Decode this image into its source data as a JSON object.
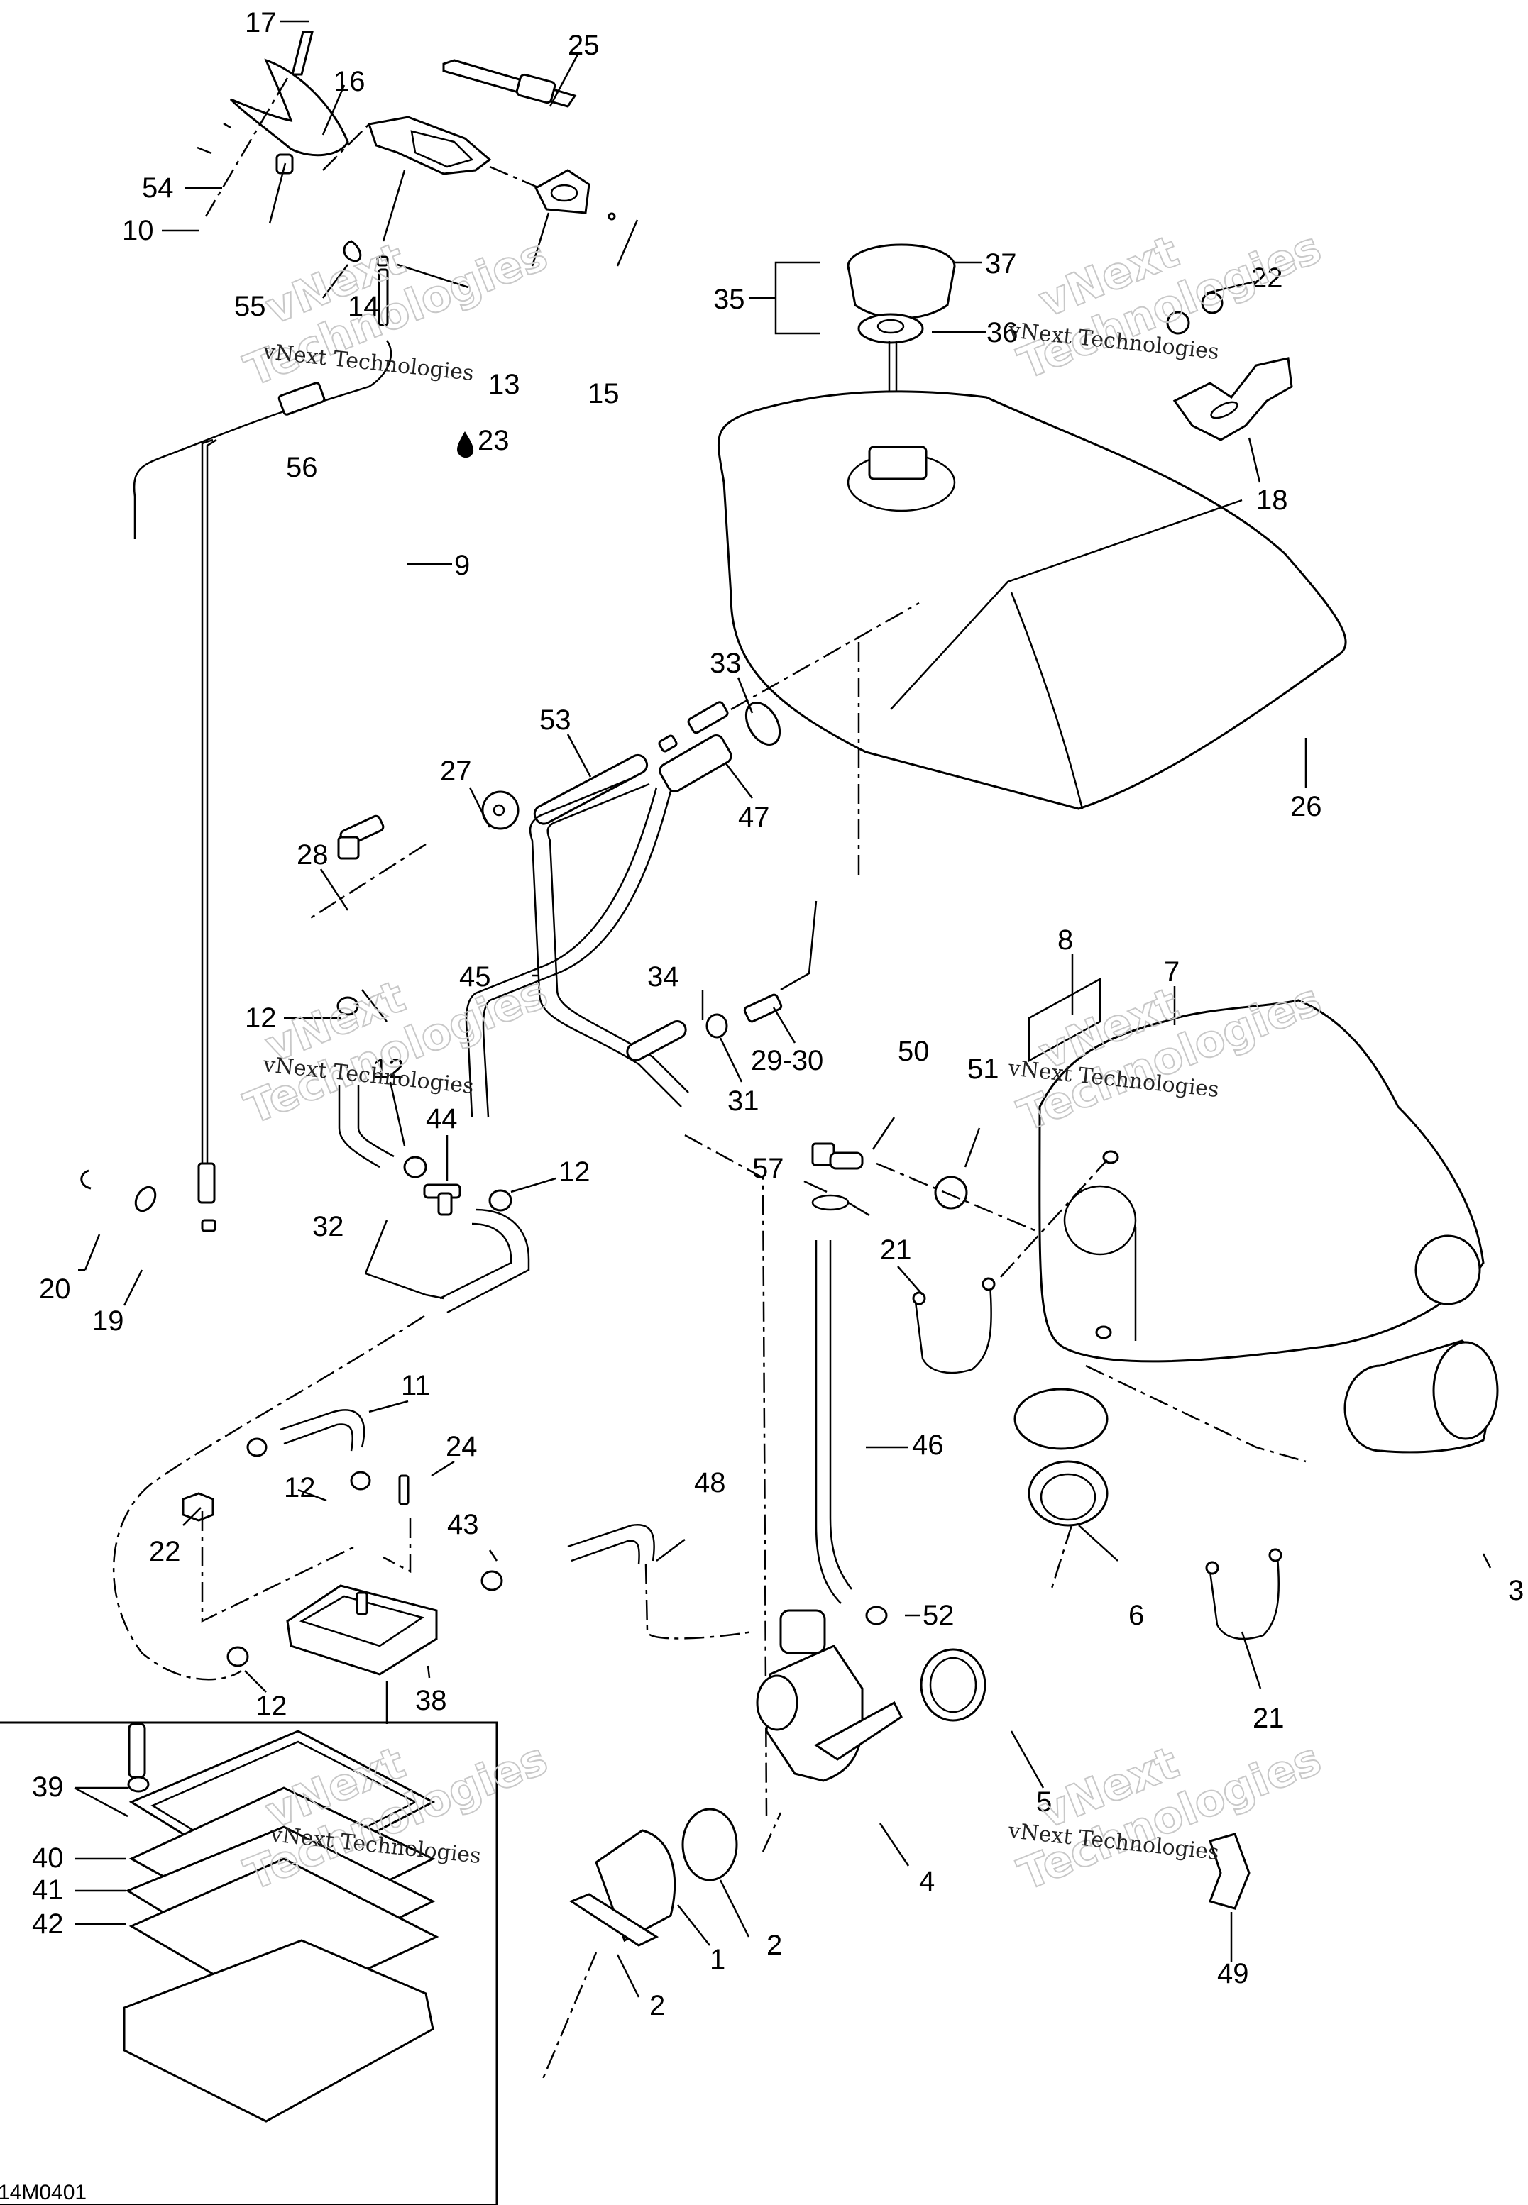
{
  "diagram": {
    "type": "exploded-parts-diagram",
    "subject": "Fuel system, carburetor and air intake silencer",
    "footer_code": "14M0401",
    "watermark": {
      "line_serif": "vNext Technologies",
      "line_outline_1": "vNext",
      "line_outline_2": "Technologies"
    },
    "callouts": [
      {
        "id": "c17",
        "label": "17"
      },
      {
        "id": "c25",
        "label": "25"
      },
      {
        "id": "c16",
        "label": "16"
      },
      {
        "id": "c54",
        "label": "54"
      },
      {
        "id": "c10",
        "label": "10"
      },
      {
        "id": "c55",
        "label": "55"
      },
      {
        "id": "c14",
        "label": "14"
      },
      {
        "id": "c13",
        "label": "13"
      },
      {
        "id": "c15",
        "label": "15"
      },
      {
        "id": "c56",
        "label": "56"
      },
      {
        "id": "c23",
        "label": "23",
        "symbol": "oil-drop"
      },
      {
        "id": "c9",
        "label": "9"
      },
      {
        "id": "c37",
        "label": "37"
      },
      {
        "id": "c35",
        "label": "35"
      },
      {
        "id": "c36",
        "label": "36"
      },
      {
        "id": "c22a",
        "label": "22"
      },
      {
        "id": "c18",
        "label": "18"
      },
      {
        "id": "c33",
        "label": "33"
      },
      {
        "id": "c53",
        "label": "53"
      },
      {
        "id": "c26",
        "label": "26"
      },
      {
        "id": "c27",
        "label": "27"
      },
      {
        "id": "c28",
        "label": "28"
      },
      {
        "id": "c47",
        "label": "47"
      },
      {
        "id": "c45",
        "label": "45"
      },
      {
        "id": "c34",
        "label": "34"
      },
      {
        "id": "c29_30",
        "label": "29-30"
      },
      {
        "id": "c31",
        "label": "31"
      },
      {
        "id": "c12a",
        "label": "12"
      },
      {
        "id": "c12b",
        "label": "12"
      },
      {
        "id": "c44",
        "label": "44"
      },
      {
        "id": "c12c",
        "label": "12"
      },
      {
        "id": "c32",
        "label": "32"
      },
      {
        "id": "c8",
        "label": "8"
      },
      {
        "id": "c7",
        "label": "7"
      },
      {
        "id": "c50",
        "label": "50"
      },
      {
        "id": "c51",
        "label": "51"
      },
      {
        "id": "c57",
        "label": "57"
      },
      {
        "id": "c21a",
        "label": "21"
      },
      {
        "id": "c20",
        "label": "20"
      },
      {
        "id": "c19",
        "label": "19"
      },
      {
        "id": "c11",
        "label": "11"
      },
      {
        "id": "c46",
        "label": "46"
      },
      {
        "id": "c24",
        "label": "24"
      },
      {
        "id": "c48",
        "label": "48"
      },
      {
        "id": "c12d",
        "label": "12"
      },
      {
        "id": "c22b",
        "label": "22"
      },
      {
        "id": "c43",
        "label": "43"
      },
      {
        "id": "c3",
        "label": "3"
      },
      {
        "id": "c52",
        "label": "52"
      },
      {
        "id": "c6",
        "label": "6"
      },
      {
        "id": "c12e",
        "label": "12"
      },
      {
        "id": "c38",
        "label": "38"
      },
      {
        "id": "c21b",
        "label": "21"
      },
      {
        "id": "c39",
        "label": "39"
      },
      {
        "id": "c5",
        "label": "5"
      },
      {
        "id": "c40",
        "label": "40"
      },
      {
        "id": "c41",
        "label": "41"
      },
      {
        "id": "c42",
        "label": "42"
      },
      {
        "id": "c1",
        "label": "1"
      },
      {
        "id": "c2a",
        "label": "2"
      },
      {
        "id": "c4",
        "label": "4"
      },
      {
        "id": "c2b",
        "label": "2"
      },
      {
        "id": "c49",
        "label": "49"
      }
    ]
  }
}
